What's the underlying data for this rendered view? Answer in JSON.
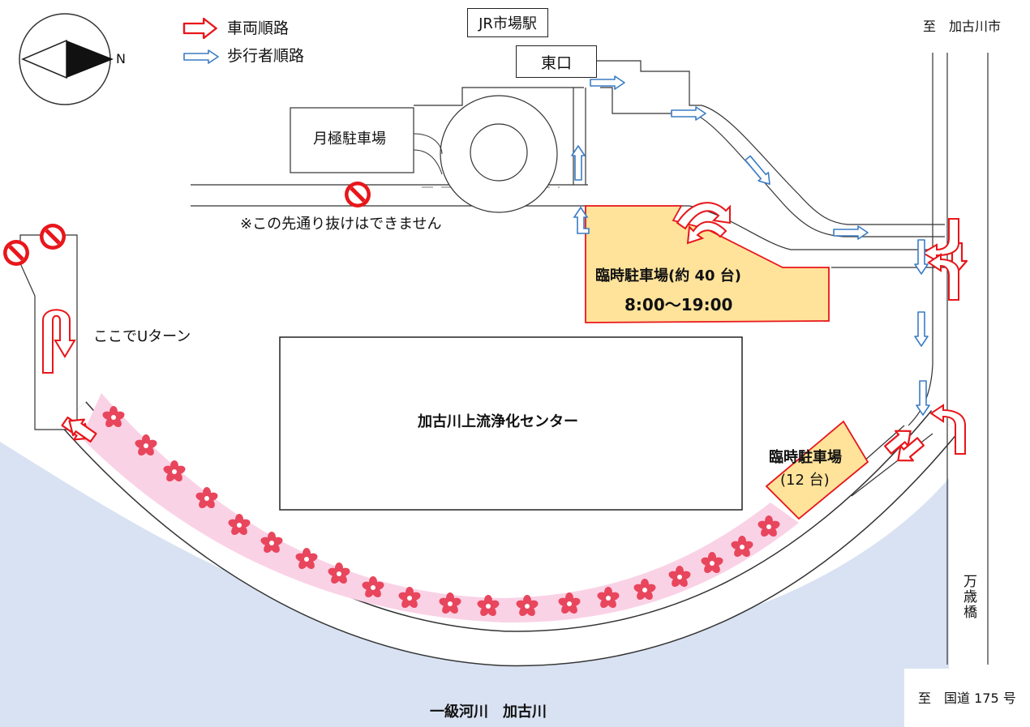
{
  "legend": {
    "vehicle_route": "車両順路",
    "pedestrian_route": "歩行者順路"
  },
  "compass": {
    "north_label": "N"
  },
  "labels": {
    "station": "JR市場駅",
    "east_exit": "東口",
    "monthly_parking": "月極駐車場",
    "no_through": "※この先通り抜けはできません",
    "u_turn": "ここでUターン",
    "temp_parking_1_title": "臨時駐車場(約 40 台)",
    "temp_parking_1_hours": "8:00～19:00",
    "temp_parking_2_title": "臨時駐車場",
    "temp_parking_2_count": "(12 台)",
    "center": "加古川上流浄化センター",
    "river": "一級河川　加古川",
    "to_kakogawa": "至　加古川市",
    "bridge": "万歳橋",
    "to_route175": "至　国道 175 号"
  },
  "colors": {
    "vehicle_arrow": "#e8161b",
    "pedestrian_arrow": "#3a7cc4",
    "parking_fill": "#ffe39a",
    "parking_border": "#e8161b",
    "sakura_band": "#fad2e6",
    "sakura_flower": "#e8465d",
    "river": "#d8e2f2"
  }
}
